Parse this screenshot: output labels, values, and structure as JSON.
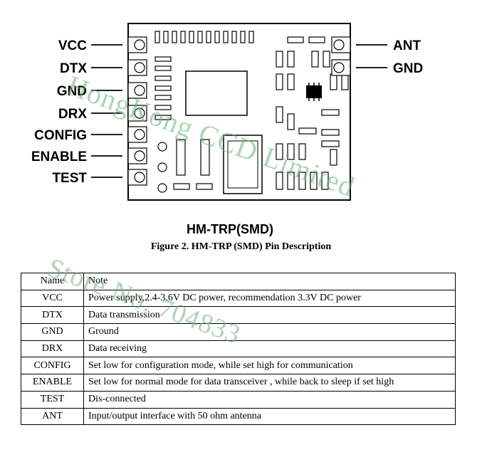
{
  "diagram": {
    "left_pins": [
      "VCC",
      "DTX",
      "GND",
      "DRX",
      "CONFIG",
      "ENABLE",
      "TEST"
    ],
    "right_pins": [
      "ANT",
      "GND"
    ],
    "module_title": "HM-TRP(SMD)",
    "figure_caption": "Figure 2. HM-TRP (SMD) Pin Description"
  },
  "watermarks": [
    "HongKong CCD Limited",
    "Store No. 704833"
  ],
  "table": {
    "headers": {
      "name": "Name",
      "note": "Note"
    },
    "rows": [
      {
        "name": "VCC",
        "note": "Power supply,2.4-3.6V DC power, recommendation 3.3V DC power"
      },
      {
        "name": "DTX",
        "note": "Data transmission"
      },
      {
        "name": "GND",
        "note": "Ground"
      },
      {
        "name": "DRX",
        "note": "Data receiving"
      },
      {
        "name": "CONFIG",
        "note": "Set low for configuration mode, while set high for communication"
      },
      {
        "name": "ENABLE",
        "note": "Set low for normal mode for data transceiver , while back to sleep if set high"
      },
      {
        "name": "TEST",
        "note": "Dis-connected"
      },
      {
        "name": "ANT",
        "note": "Input/output interface with 50 ohm antenna"
      }
    ]
  }
}
